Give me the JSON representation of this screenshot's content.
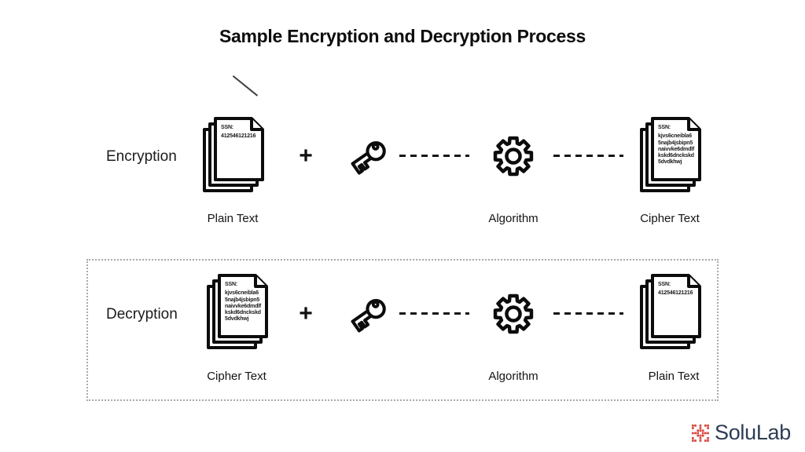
{
  "title": "Sample Encryption and Decryption Process",
  "encryption": {
    "row_label": "Encryption",
    "plus": "+",
    "input_doc": {
      "heading": "SSN:",
      "lines": [
        "412546121216"
      ]
    },
    "output_doc": {
      "heading": "SSN:",
      "lines": [
        "kjvs6cneibla6",
        "5najb4jsbipn5",
        "naivvke6dmdlf",
        "kskd6dnckskd",
        "5dvdkhwj"
      ]
    },
    "input_label": "Plain Text",
    "process_label": "Algorithm",
    "output_label": "Cipher Text"
  },
  "decryption": {
    "row_label": "Decryption",
    "plus": "+",
    "input_doc": {
      "heading": "SSN:",
      "lines": [
        "kjvs6cneibla6",
        "5najb4jsbipn5",
        "naivvke6dmdlf",
        "kskd6dnckskd",
        "5dvdkhwj"
      ]
    },
    "output_doc": {
      "heading": "SSN:",
      "lines": [
        "412546121216"
      ]
    },
    "input_label": "Cipher Text",
    "process_label": "Algorithm",
    "output_label": "Plain Text"
  },
  "branding": {
    "logo_text": "SoluLab"
  },
  "colors": {
    "ink": "#111111",
    "logo_red": "#d6453a",
    "logo_navy": "#2e3d54",
    "dotted_border": "#a9a9a9"
  }
}
